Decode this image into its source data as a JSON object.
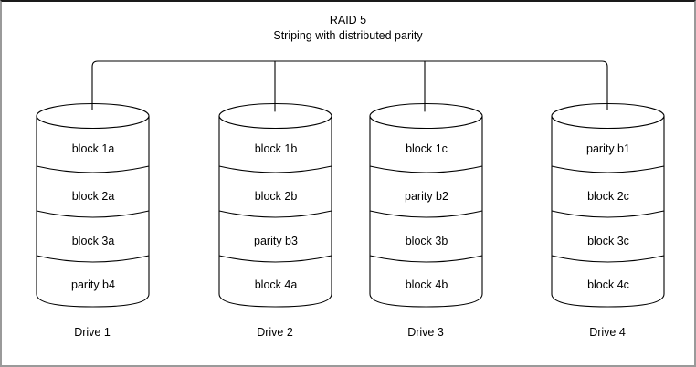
{
  "diagram": {
    "title": "RAID 5",
    "subtitle": "Striping with distributed parity",
    "type": "raid-array-diagram",
    "stroke_color": "#000000",
    "frame_color": "#9a9a9a",
    "background_color": "#ffffff",
    "bus": {
      "name": "controller-bus",
      "drop_count": 4
    },
    "drives": [
      {
        "label": "Drive 1",
        "blocks": [
          {
            "text": "block 1a",
            "kind": "data"
          },
          {
            "text": "block 2a",
            "kind": "data"
          },
          {
            "text": "block 3a",
            "kind": "data"
          },
          {
            "text": "parity b4",
            "kind": "parity"
          }
        ]
      },
      {
        "label": "Drive 2",
        "blocks": [
          {
            "text": "block 1b",
            "kind": "data"
          },
          {
            "text": "block 2b",
            "kind": "data"
          },
          {
            "text": "parity b3",
            "kind": "parity"
          },
          {
            "text": "block 4a",
            "kind": "data"
          }
        ]
      },
      {
        "label": "Drive 3",
        "blocks": [
          {
            "text": "block 1c",
            "kind": "data"
          },
          {
            "text": "parity b2",
            "kind": "parity"
          },
          {
            "text": "block 3b",
            "kind": "data"
          },
          {
            "text": "block 4b",
            "kind": "data"
          }
        ]
      },
      {
        "label": "Drive 4",
        "blocks": [
          {
            "text": "parity b1",
            "kind": "parity"
          },
          {
            "text": "block 2c",
            "kind": "data"
          },
          {
            "text": "block 3c",
            "kind": "data"
          },
          {
            "text": "block 4c",
            "kind": "data"
          }
        ]
      }
    ]
  }
}
